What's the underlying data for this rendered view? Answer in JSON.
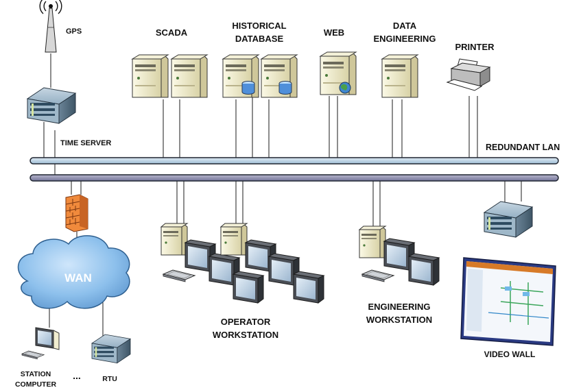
{
  "labels": {
    "gps": "GPS",
    "time_server": "TIME SERVER",
    "scada": "SCADA",
    "historical_1": "HISTORICAL",
    "historical_2": "DATABASE",
    "web": "WEB",
    "data_eng_1": "DATA",
    "data_eng_2": "ENGINEERING",
    "printer": "PRINTER",
    "redundant_lan": "REDUNDANT LAN",
    "wan": "WAN",
    "operator_1": "OPERATOR",
    "operator_2": "WORKSTATION",
    "engineering_1": "ENGINEERING",
    "engineering_2": "WORKSTATION",
    "video_wall": "VIDEO WALL",
    "station_1": "STATION",
    "station_2": "COMPUTER",
    "ellipsis": "...",
    "rtu": "RTU"
  },
  "colors": {
    "lan_bus_top": "#b6d1e4",
    "lan_bus_bottom": "#8f8fae",
    "lan_outline": "#1e2430",
    "cloud": "#7fb6e6",
    "server_body": "#eeeacc",
    "rack": "#7f9fb5",
    "firewall": "#f08a3c",
    "monitor_frame": "#474b52",
    "screen": "#b9cde0"
  }
}
